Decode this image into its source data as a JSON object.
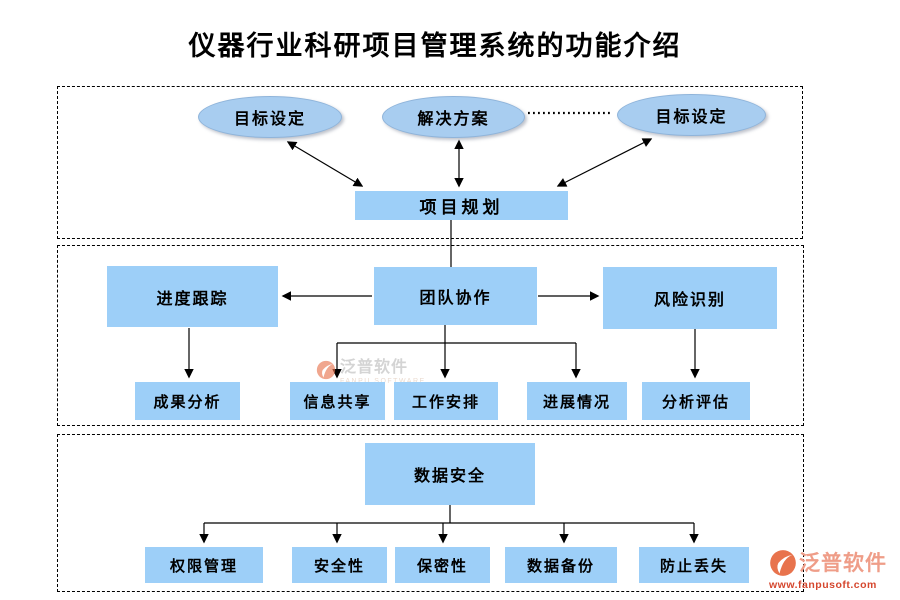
{
  "title": "仪器行业科研项目管理系统的功能介绍",
  "colors": {
    "node_fill": "#9dcff8",
    "ellipse_fill": "#a8cdf0",
    "connector": "#000000",
    "brand_text": "#ef9d88",
    "brand_url": "#d5472e",
    "brand_icon": "#e8734d"
  },
  "planning_section": {
    "goal_left": "目标设定",
    "solution": "解决方案",
    "goal_right": "目标设定",
    "project_planning": "项目规划"
  },
  "execution_section": {
    "progress_tracking": "进度跟踪",
    "team_collaboration": "团队协作",
    "risk_identification": "风险识别",
    "result_analysis": "成果分析",
    "info_sharing": "信息共享",
    "work_arrangement": "工作安排",
    "progress_status": "进展情况",
    "analysis_evaluation": "分析评估"
  },
  "security_section": {
    "data_security": "数据安全",
    "permission_management": "权限管理",
    "security": "安全性",
    "confidentiality": "保密性",
    "data_backup": "数据备份",
    "loss_prevention": "防止丢失"
  },
  "watermark": {
    "brand": "泛普软件",
    "brand_sub": "FANPU SOFTWARE"
  },
  "logo": {
    "brand": "泛普软件",
    "url": "www.fanpusoft.com"
  }
}
